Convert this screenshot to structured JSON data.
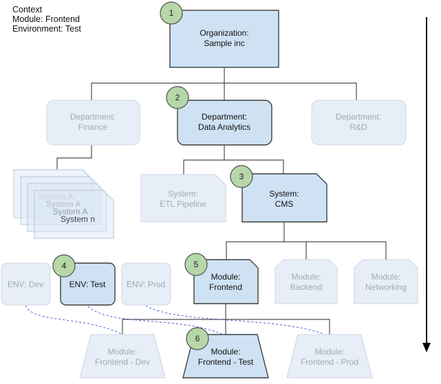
{
  "context": {
    "title": "Context",
    "module": "Module: Frontend",
    "environment": "Environment: Test"
  },
  "steps": [
    "1",
    "2",
    "3",
    "4",
    "5",
    "6"
  ],
  "nodes": {
    "organization": {
      "line1": "Organization:",
      "line2": "Sample inc"
    },
    "department_finance": {
      "line1": "Department:",
      "line2": "Finance"
    },
    "department_data_analytics": {
      "line1": "Department:",
      "line2": "Data Analytics"
    },
    "department_rd": {
      "line1": "Department:",
      "line2": "R&D"
    },
    "system_stack": {
      "item1": "System A",
      "item2": "System A",
      "item3": "System A",
      "item4": "System n"
    },
    "system_etl": {
      "line1": "System:",
      "line2": "ETL Pipeline"
    },
    "system_cms": {
      "line1": "System:",
      "line2": "CMS"
    },
    "env_dev": {
      "label": "ENV: Dev"
    },
    "env_test": {
      "label": "ENV: Test"
    },
    "env_prod": {
      "label": "ENV: Prod"
    },
    "module_frontend": {
      "line1": "Module:",
      "line2": "Frontend"
    },
    "module_backend": {
      "line1": "Module:",
      "line2": "Backend"
    },
    "module_networking": {
      "line1": "Module:",
      "line2": "Networking"
    },
    "deployment_frontend_dev": {
      "line1": "Module:",
      "line2": "Frontend - Dev"
    },
    "deployment_frontend_test": {
      "line1": "Module:",
      "line2": "Frontend - Test"
    },
    "deployment_frontend_prod": {
      "line1": "Module:",
      "line2": "Frontend - Prod"
    }
  },
  "colors": {
    "highlight_fill": "#cfe2f3",
    "faded_fill": "#e7eef8",
    "badge_fill": "#b6d7a8",
    "connector": "#4d4d4d",
    "dashed_link": "#5151d9"
  }
}
